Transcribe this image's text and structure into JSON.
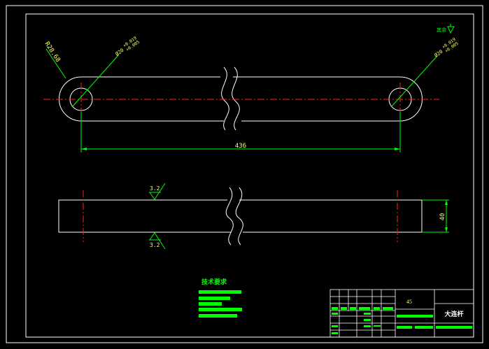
{
  "drawing": {
    "radius_label": "R28.68",
    "hole_left_tol_upper": "+0.019",
    "hole_left_tol_lower": "+0.005",
    "hole_left_dia": "Ø20",
    "hole_right_tol_upper": "+0.019",
    "hole_right_tol_lower": "+0.005",
    "hole_right_dia": "Ø20",
    "length_dim": "436",
    "height_dim": "40",
    "roughness_top": "3.2",
    "roughness_bottom": "3.2",
    "roughness_corner": "其余"
  },
  "notes": {
    "heading": "技术要求"
  },
  "title_block": {
    "material": "45",
    "part_name": "大连杆"
  },
  "colors": {
    "outline": "#ffffff",
    "centerline": "#ff2020",
    "dimension": "#00ff00",
    "dim_text": "#ffff66"
  }
}
